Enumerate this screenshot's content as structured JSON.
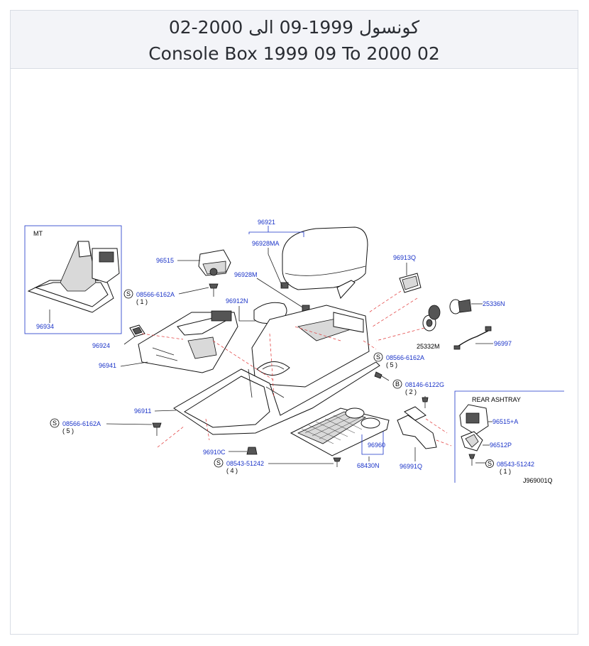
{
  "header": {
    "title_ar": "كونسول 1999-09 الى 2000-02",
    "title_en": "Console Box 1999 09 To 2000 02"
  },
  "diagram": {
    "diagram_code": "J969001Q",
    "inset_mt_label": "MT",
    "inset_rear_ashtray_label": "REAR  ASHTRAY",
    "parts": {
      "p96921": "96921",
      "p96928MA": "96928MA",
      "p96928M": "96928M",
      "p96515": "96515",
      "p96912N": "96912N",
      "p96913Q": "96913Q",
      "p25336N": "25336N",
      "p25332M": "25332M",
      "p96997": "96997",
      "p96934": "96934",
      "p96924": "96924",
      "p96941": "96941",
      "p96911": "96911",
      "p96910C": "96910C",
      "p96960": "96960",
      "p68430N": "68430N",
      "p96991Q": "96991Q",
      "p96515A": "96515+A",
      "p96512P": "96512P"
    },
    "fasteners": {
      "f1_letter": "S",
      "f1_code": "08566-6162A",
      "f1_qty": "( 1 )",
      "f2_letter": "S",
      "f2_code": "08566-6162A",
      "f2_qty": "( 5 )",
      "f3_letter": "S",
      "f3_code": "08566-6162A",
      "f3_qty": "( 5 )",
      "f4_letter": "B",
      "f4_code": "08146-6122G",
      "f4_qty": "( 2 )",
      "f5_letter": "S",
      "f5_code": "08543-51242",
      "f5_qty": "( 4 )",
      "f6_letter": "S",
      "f6_code": "08543-51242",
      "f6_qty": "( 1 )"
    }
  },
  "colors": {
    "callout": "#1a33c8",
    "leader_dash": "#e03030",
    "header_bg": "#f3f4f8"
  }
}
